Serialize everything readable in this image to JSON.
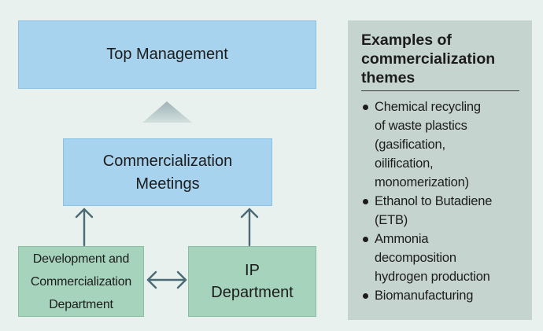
{
  "boxes": {
    "top_management": "Top Management",
    "meetings": "Commercialization\nMeetings",
    "development": "Development and\nCommercialization\nDepartment",
    "ip": "IP\nDepartment"
  },
  "panel": {
    "title": "Examples of\ncommercialization\nthemes",
    "items": [
      "Chemical recycling\nof waste plastics\n(gasification,\noilification,\nmonomerization)",
      "Ethanol to Butadiene\n(ETB)",
      "Ammonia\ndecomposition\nhydrogen production",
      "Biomanufacturing"
    ]
  },
  "colors": {
    "background": "#e8f1ee",
    "blue_box": "#a7d3ef",
    "green_box": "#a5d3bc",
    "panel": "#c6d4cf",
    "arrow": "#4a6a74"
  }
}
